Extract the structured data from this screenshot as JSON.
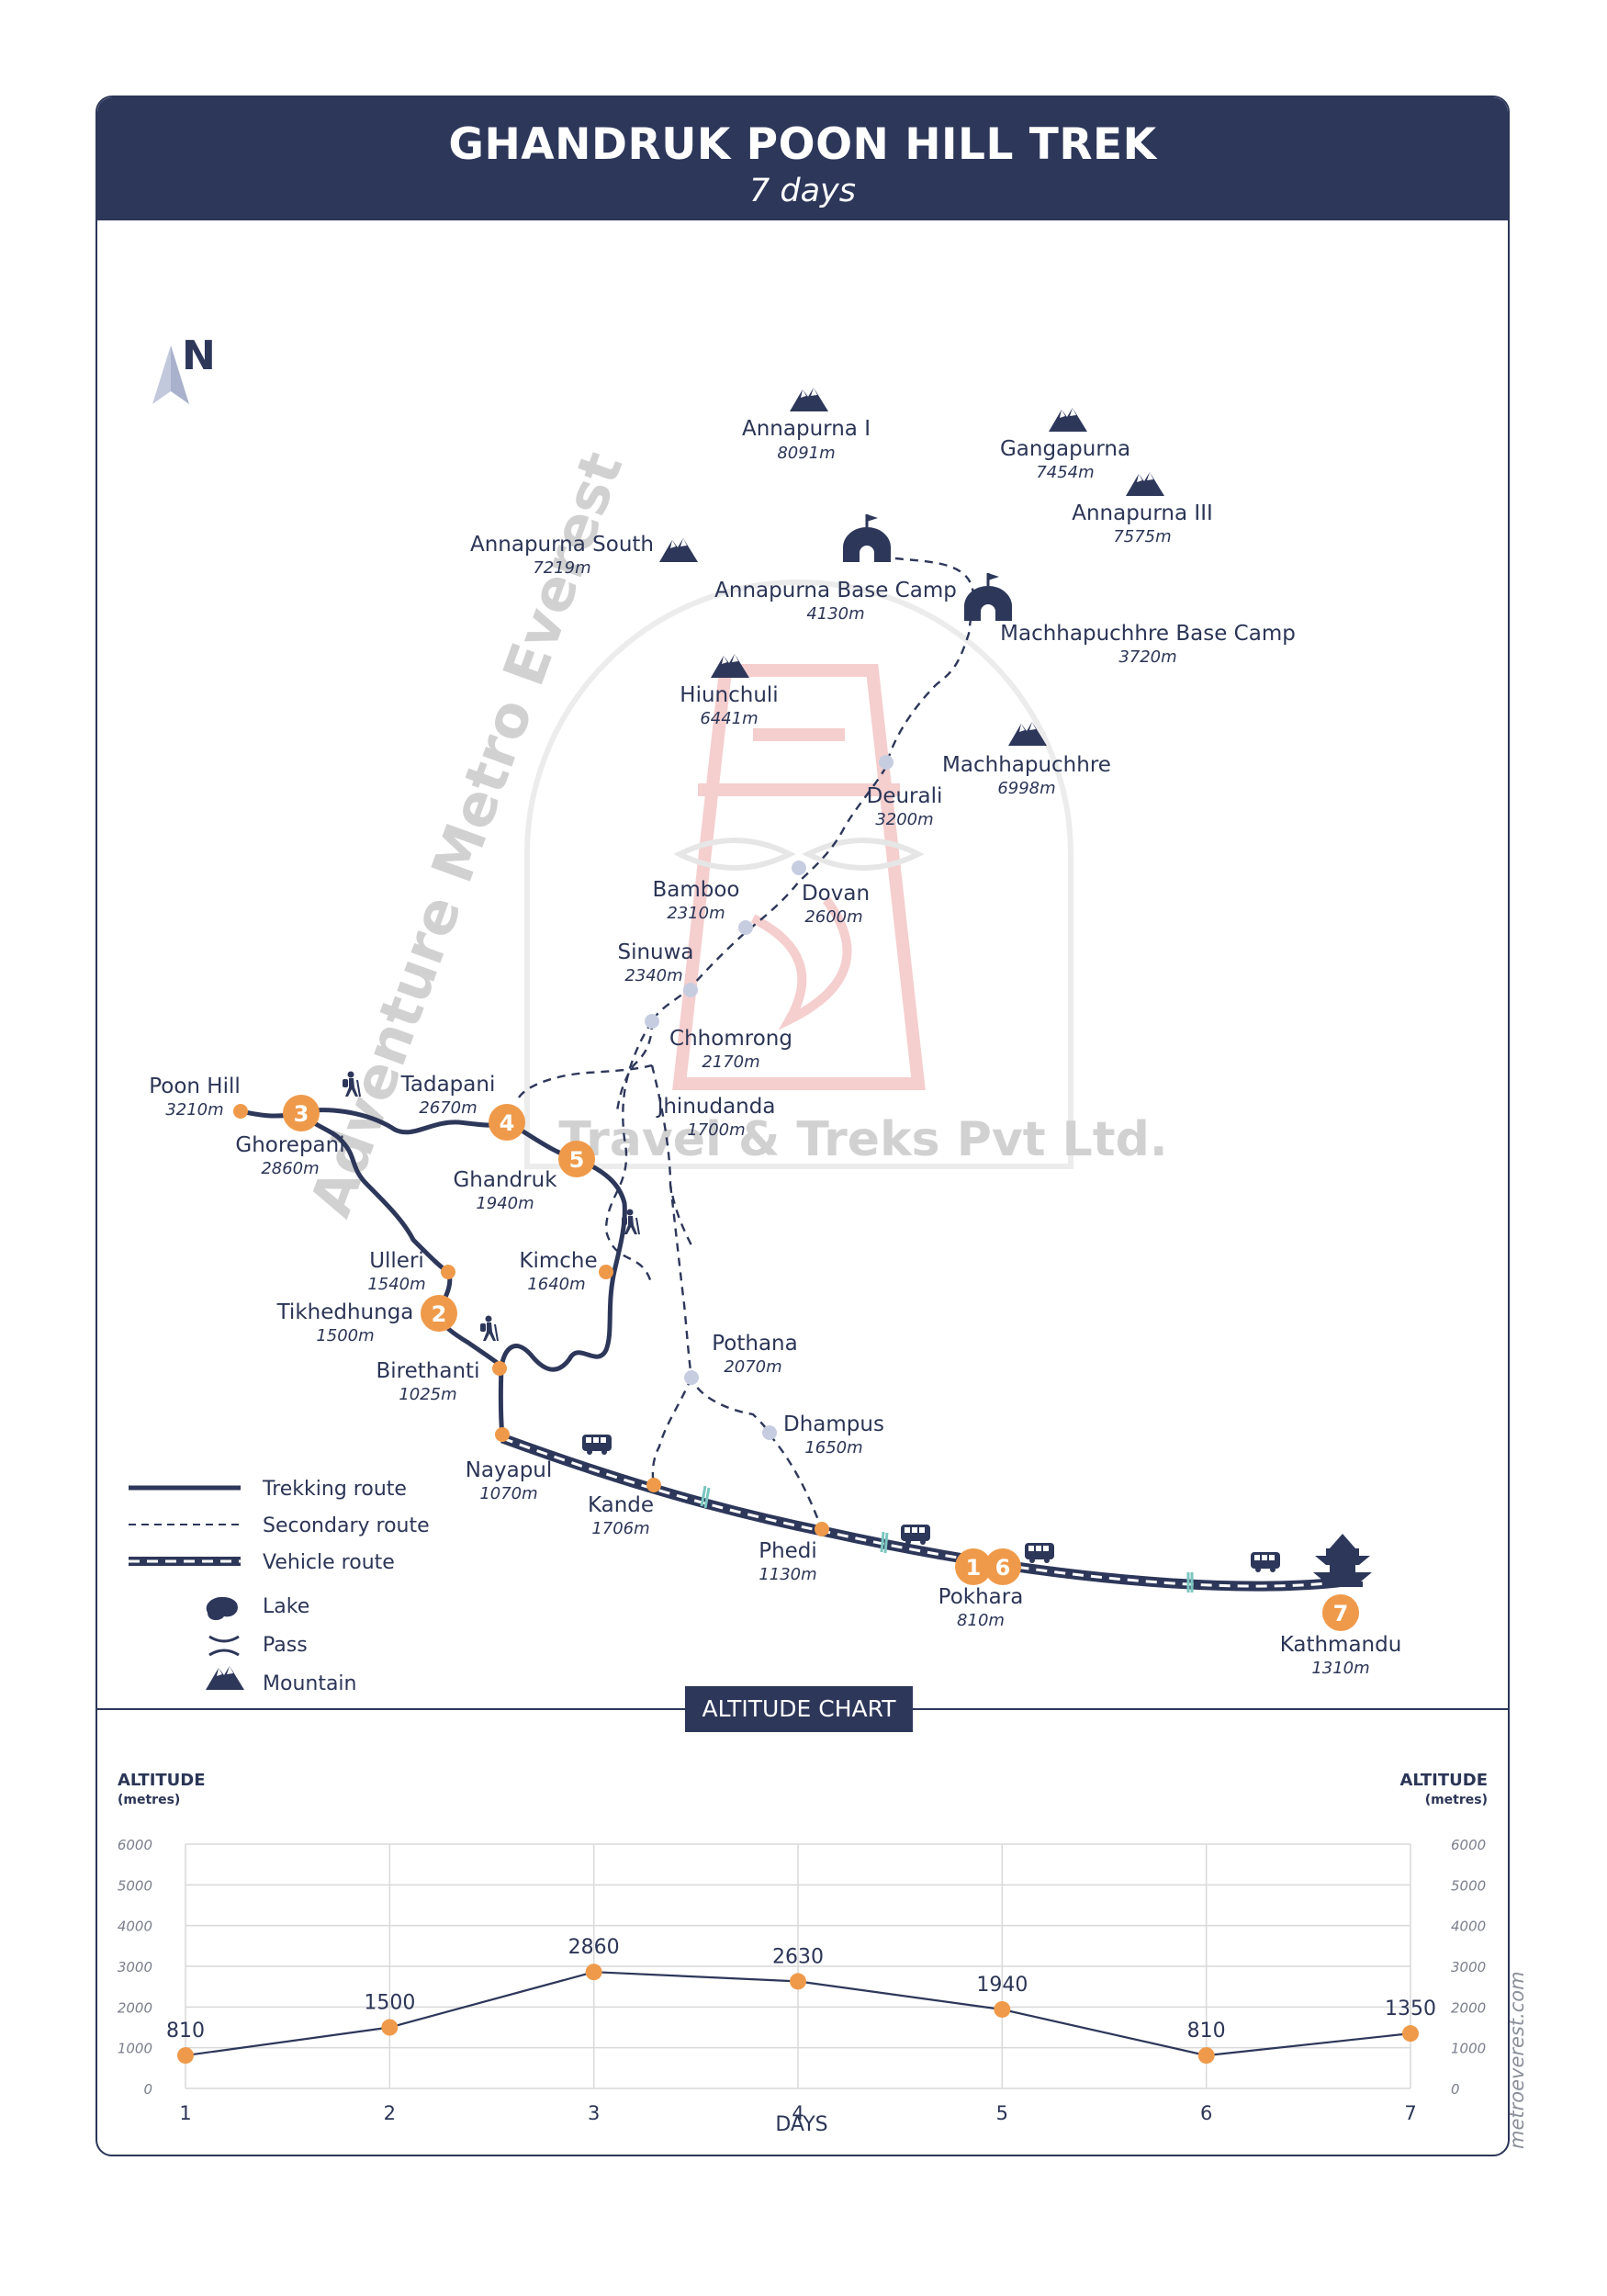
{
  "header": {
    "title": "GHANDRUK POON HILL TREK",
    "subtitle": "7 days"
  },
  "compass": {
    "letter": "N"
  },
  "watermark": {
    "line1": "Adventure Metro Everest",
    "line2": "Travel & Treks Pvt Ltd."
  },
  "mountains": [
    {
      "name": "Annapurna I",
      "altitude": "8091m"
    },
    {
      "name": "Gangapurna",
      "altitude": "7454m"
    },
    {
      "name": "Annapurna III",
      "altitude": "7575m"
    },
    {
      "name": "Annapurna South",
      "altitude": "7219m"
    },
    {
      "name": "Hiunchuli",
      "altitude": "6441m"
    },
    {
      "name": "Machhapuchhre",
      "altitude": "6998m"
    }
  ],
  "base_camps": [
    {
      "name": "Annapurna Base Camp",
      "altitude": "4130m"
    },
    {
      "name": "Machhapuchhre Base Camp",
      "altitude": "3720m"
    }
  ],
  "places": [
    {
      "name": "Deurali",
      "altitude": "3200m"
    },
    {
      "name": "Bamboo",
      "altitude": "2310m"
    },
    {
      "name": "Dovan",
      "altitude": "2600m"
    },
    {
      "name": "Sinuwa",
      "altitude": "2340m"
    },
    {
      "name": "Chhomrong",
      "altitude": "2170m"
    },
    {
      "name": "Poon Hill",
      "altitude": "3210m"
    },
    {
      "name": "Tadapani",
      "altitude": "2670m"
    },
    {
      "name": "Jhinudanda",
      "altitude": "1700m"
    },
    {
      "name": "Ghorepani",
      "altitude": "2860m"
    },
    {
      "name": "Ghandruk",
      "altitude": "1940m"
    },
    {
      "name": "Ulleri",
      "altitude": "1540m"
    },
    {
      "name": "Kimche",
      "altitude": "1640m"
    },
    {
      "name": "Tikhedhunga",
      "altitude": "1500m"
    },
    {
      "name": "Birethanti",
      "altitude": "1025m"
    },
    {
      "name": "Pothana",
      "altitude": "2070m"
    },
    {
      "name": "Dhampus",
      "altitude": "1650m"
    },
    {
      "name": "Nayapul",
      "altitude": "1070m"
    },
    {
      "name": "Kande",
      "altitude": "1706m"
    },
    {
      "name": "Phedi",
      "altitude": "1130m"
    },
    {
      "name": "Pokhara",
      "altitude": "810m"
    },
    {
      "name": "Kathmandu",
      "altitude": "1310m"
    }
  ],
  "day_markers": [
    "1",
    "2",
    "3",
    "4",
    "5",
    "6",
    "7"
  ],
  "legend": {
    "trekking": "Trekking route",
    "secondary": "Secondary route",
    "vehicle": "Vehicle route",
    "lake": "Lake",
    "pass": "Pass",
    "mountain": "Mountain"
  },
  "colors": {
    "navy": "#2d375a",
    "orange": "#ef9a4a",
    "grid": "#d9d9d9",
    "light_dot": "#c7cde0"
  },
  "chart_title": "ALTITUDE CHART",
  "chart_data": {
    "type": "line",
    "title": "ALTITUDE CHART",
    "ylabel": "ALTITUDE",
    "yunit": "(metres)",
    "xlabel": "DAYS",
    "x": [
      1,
      2,
      3,
      4,
      5,
      6,
      7
    ],
    "series": [
      {
        "values": [
          810,
          1500,
          2860,
          2630,
          1940,
          810,
          1350
        ]
      }
    ],
    "ylim": [
      0,
      6000
    ],
    "yticks": [
      0,
      1000,
      2000,
      3000,
      4000,
      5000,
      6000
    ],
    "grid": true
  },
  "footer": {
    "url": "metroeverest.com"
  }
}
